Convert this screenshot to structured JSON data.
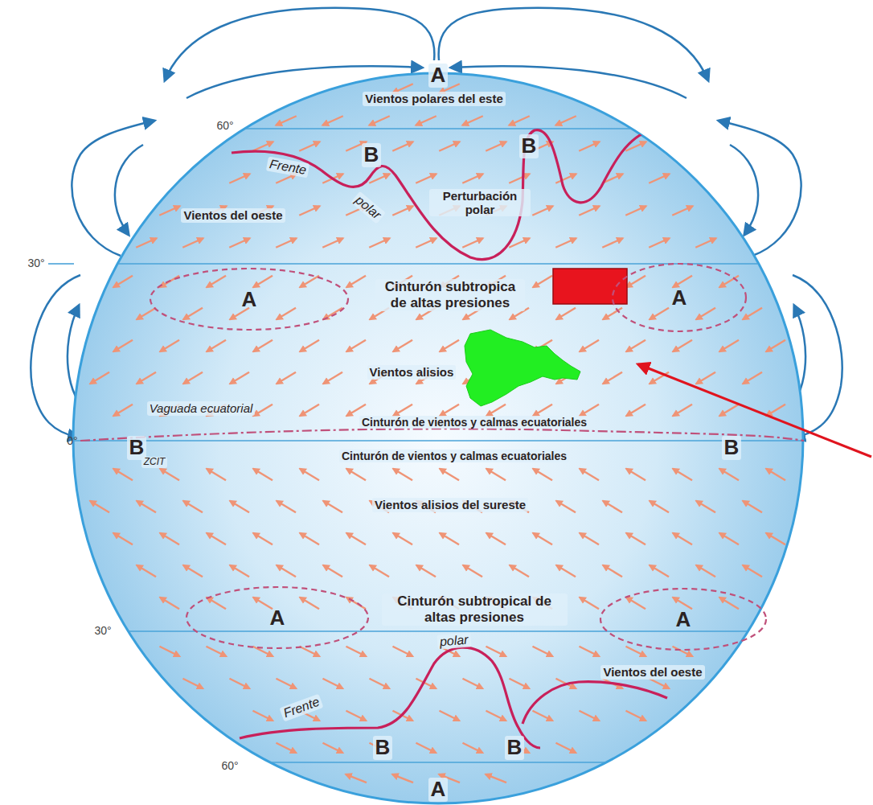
{
  "diagram": {
    "nodes": [
      {
        "text": [
          "A"
        ]
      },
      {
        "text": [
          "A"
        ]
      },
      {
        "text": [
          "A"
        ]
      },
      {
        "text": [
          "A"
        ]
      }
    ],
    "labels": [
      "A",
      "Vientos polares del este",
      "60°",
      "B",
      "B",
      "Frente",
      "polar",
      "Perturbación polar",
      "Vientos del oeste",
      "30°",
      "Cinturón subtropica de altas presiones",
      "Vientos alisios",
      "Vaguada ecuatorial",
      "Cinturón de vientos y calmas ecuatoriales",
      "0°",
      "B",
      "ZCIT",
      "Cinturón de vientos y calmas ecuatoriales",
      "B",
      "Vientos alisios del sureste",
      "Cinturón subtropical de altas presiones",
      "30°",
      "polar",
      "Frente",
      "Vientos del oeste",
      "B",
      "B",
      "60°",
      "A"
    ]
  }
}
